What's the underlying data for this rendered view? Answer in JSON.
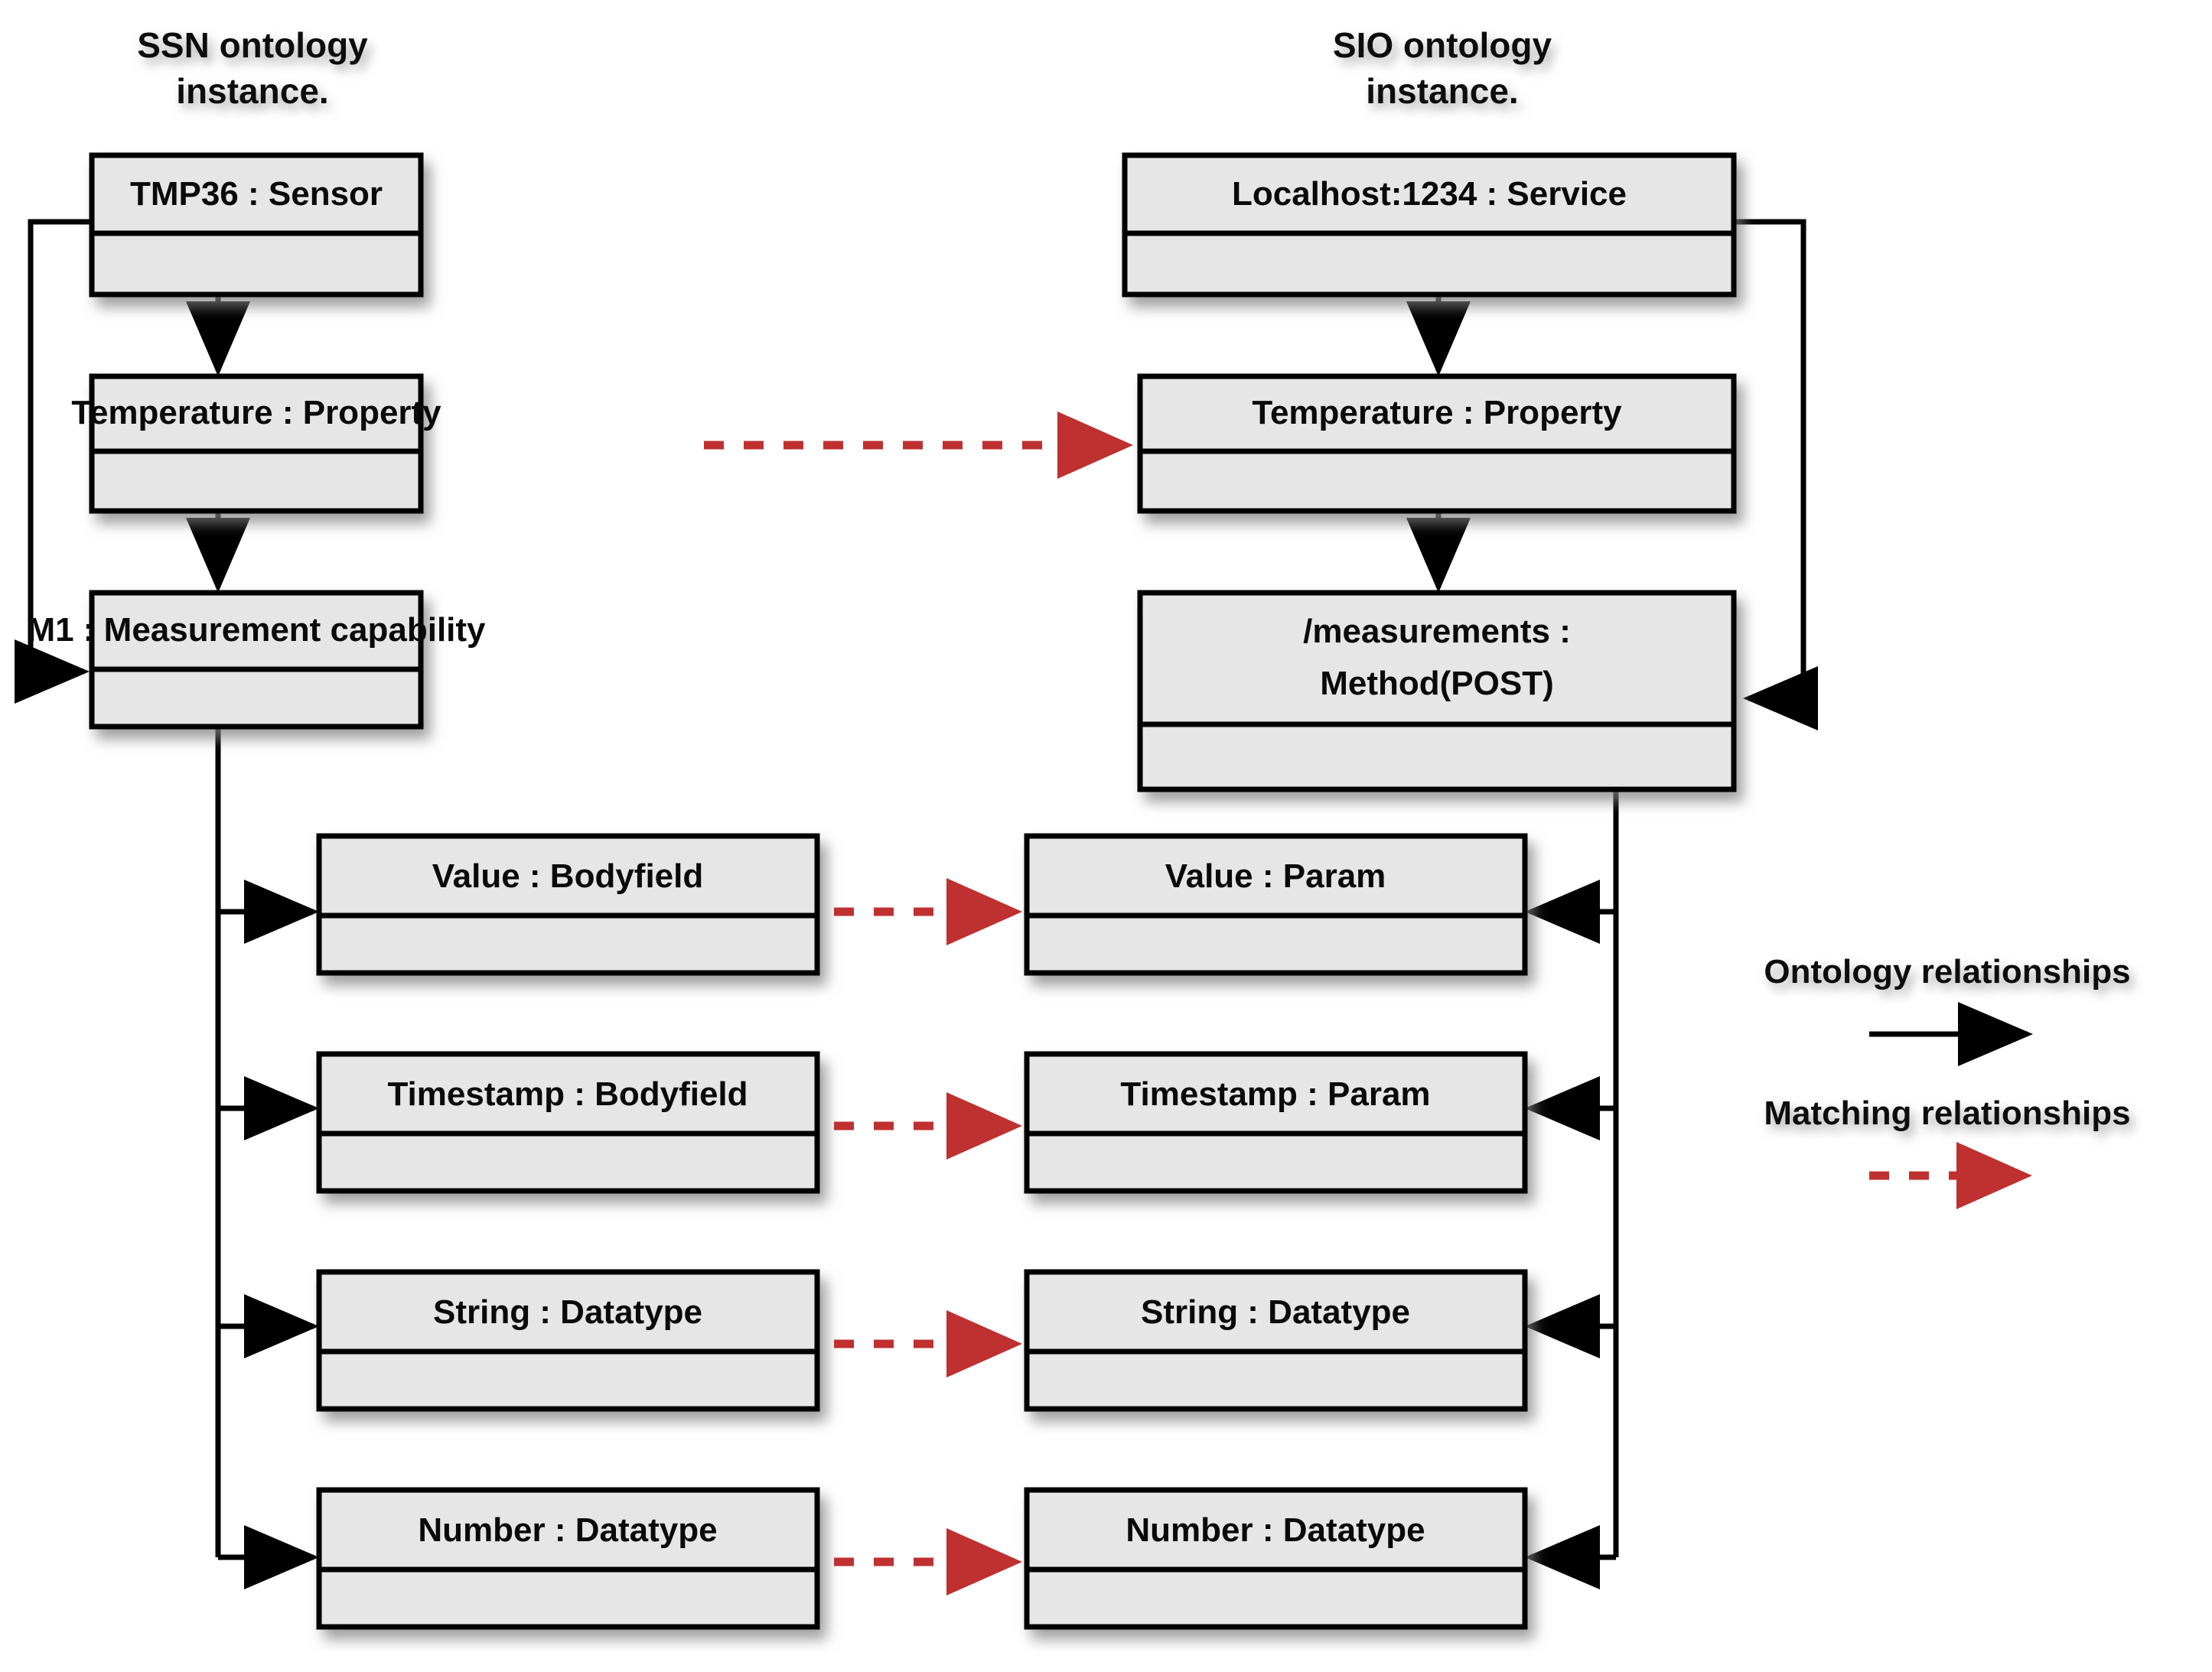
{
  "columns": {
    "left": {
      "title_line1": "SSN ontology",
      "title_line2": "instance."
    },
    "right": {
      "title_line1": "SIO ontology",
      "title_line2": "instance."
    }
  },
  "nodes": {
    "left": [
      {
        "id": "tmp36",
        "label": "TMP36 : Sensor"
      },
      {
        "id": "temp_left",
        "label": "Temperature : Property"
      },
      {
        "id": "m1",
        "label": "M1 : Measurement capability"
      },
      {
        "id": "value_left",
        "label": "Value : Bodyfield"
      },
      {
        "id": "timestamp_left",
        "label": "Timestamp : Bodyfield"
      },
      {
        "id": "string_left",
        "label": "String : Datatype"
      },
      {
        "id": "number_left",
        "label": "Number : Datatype"
      }
    ],
    "right": [
      {
        "id": "localhost",
        "label": "Localhost:1234 : Service"
      },
      {
        "id": "temp_right",
        "label": "Temperature : Property"
      },
      {
        "id": "measurements",
        "label_line1": "/measurements :",
        "label_line2": "Method(POST)"
      },
      {
        "id": "value_right",
        "label": "Value : Param"
      },
      {
        "id": "timestamp_right",
        "label": "Timestamp : Param"
      },
      {
        "id": "string_right",
        "label": "String : Datatype"
      },
      {
        "id": "number_right",
        "label": "Number : Datatype"
      }
    ]
  },
  "legend": {
    "ontology_label": "Ontology relationships",
    "matching_label": "Matching relationships"
  },
  "colors": {
    "box_fill": "#e6e6e6",
    "box_stroke": "#000000",
    "ontology_edge": "#000000",
    "matching_edge": "#bf3030",
    "background": "#ffffff",
    "text": "#0a0a0a"
  }
}
